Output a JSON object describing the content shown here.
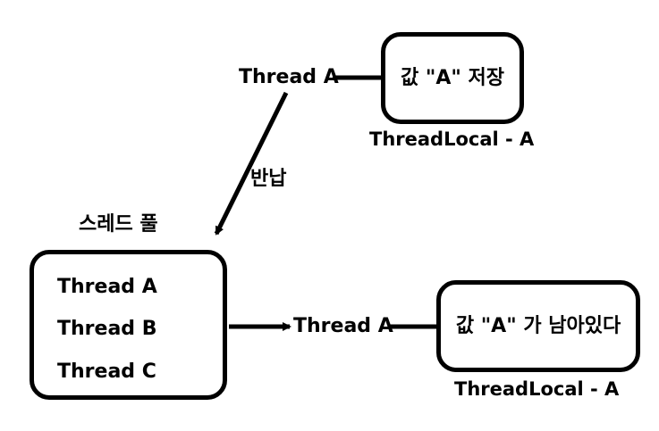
{
  "top": {
    "thread_label": "Thread A",
    "storage_box_text": "값 \"A\" 저장",
    "storage_caption": "ThreadLocal - A"
  },
  "return_label": "반납",
  "pool": {
    "title": "스레드 풀",
    "threads": [
      "Thread A",
      "Thread B",
      "Thread C"
    ]
  },
  "bottom": {
    "thread_label": "Thread A",
    "storage_box_text": "값 \"A\" 가 남아있다",
    "storage_caption": "ThreadLocal - A"
  }
}
